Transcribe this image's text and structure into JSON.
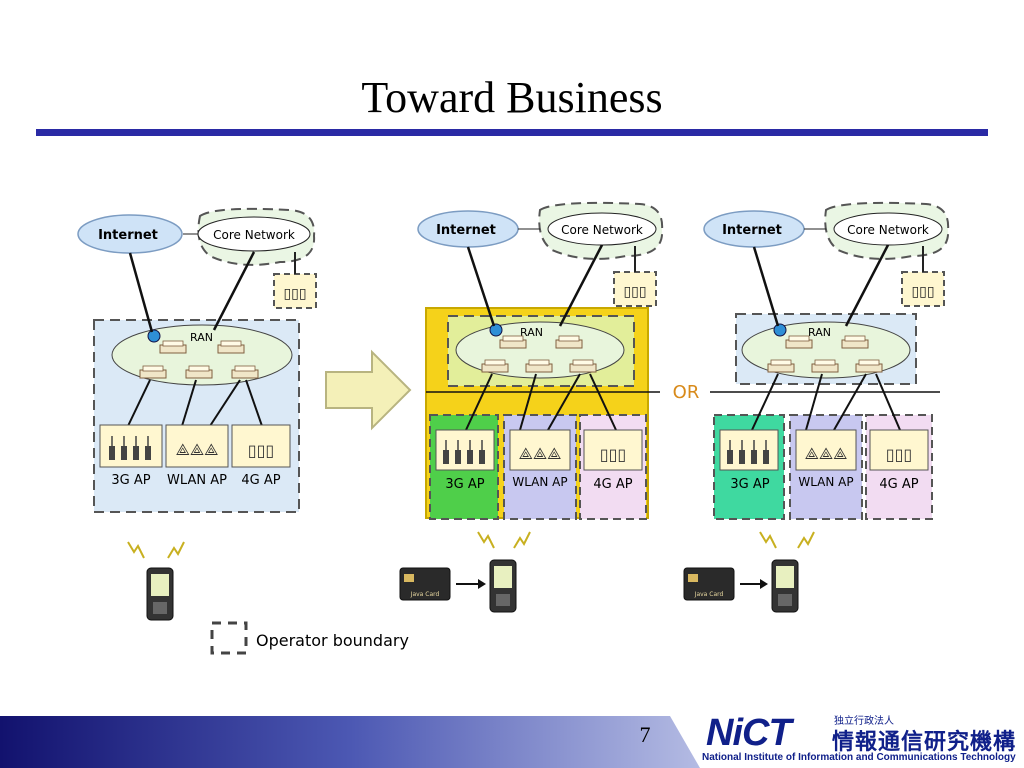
{
  "slide": {
    "title": "Toward Business",
    "page_number": "7"
  },
  "diagram": {
    "internet_label": "Internet",
    "core_network_label": "Core Network",
    "ran_label": "RAN",
    "ap_labels": [
      "3G AP",
      "WLAN AP",
      "4G AP"
    ],
    "or_label": "OR",
    "java_card_label": "Java Card",
    "legend_label": "Operator boundary"
  },
  "logo": {
    "brand": "NiCT",
    "jp_small": "独立行政法人",
    "jp_big": "情報通信研究機構",
    "english": "National Institute of Information and Communications Technology"
  }
}
